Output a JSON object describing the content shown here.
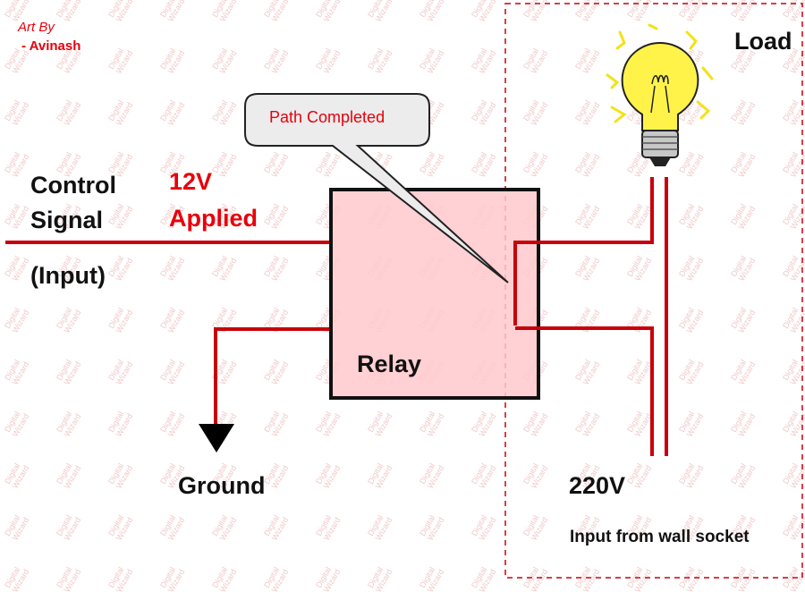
{
  "credit": {
    "line1": "Art By",
    "line2": "- Avinash"
  },
  "watermark": {
    "line1": "Digital",
    "line2": "Wizard"
  },
  "labels": {
    "control_signal_1": "Control",
    "control_signal_2": "Signal",
    "input": "(Input)",
    "voltage_1": "12V",
    "voltage_2": "Applied",
    "callout": "Path Completed",
    "relay": "Relay",
    "ground": "Ground",
    "load": "Load",
    "mains_voltage": "220V",
    "mains_source": "Input from wall socket"
  },
  "colors": {
    "wire": "#c8000a",
    "relay_fill": "#ffc9cc",
    "relay_border": "#111111",
    "callout_fill": "#ececec",
    "highlight_text": "#e8000b",
    "bulb": "#fff34a",
    "boundary": "#c8000a"
  },
  "icons": [
    "ground-symbol",
    "light-bulb-icon"
  ]
}
